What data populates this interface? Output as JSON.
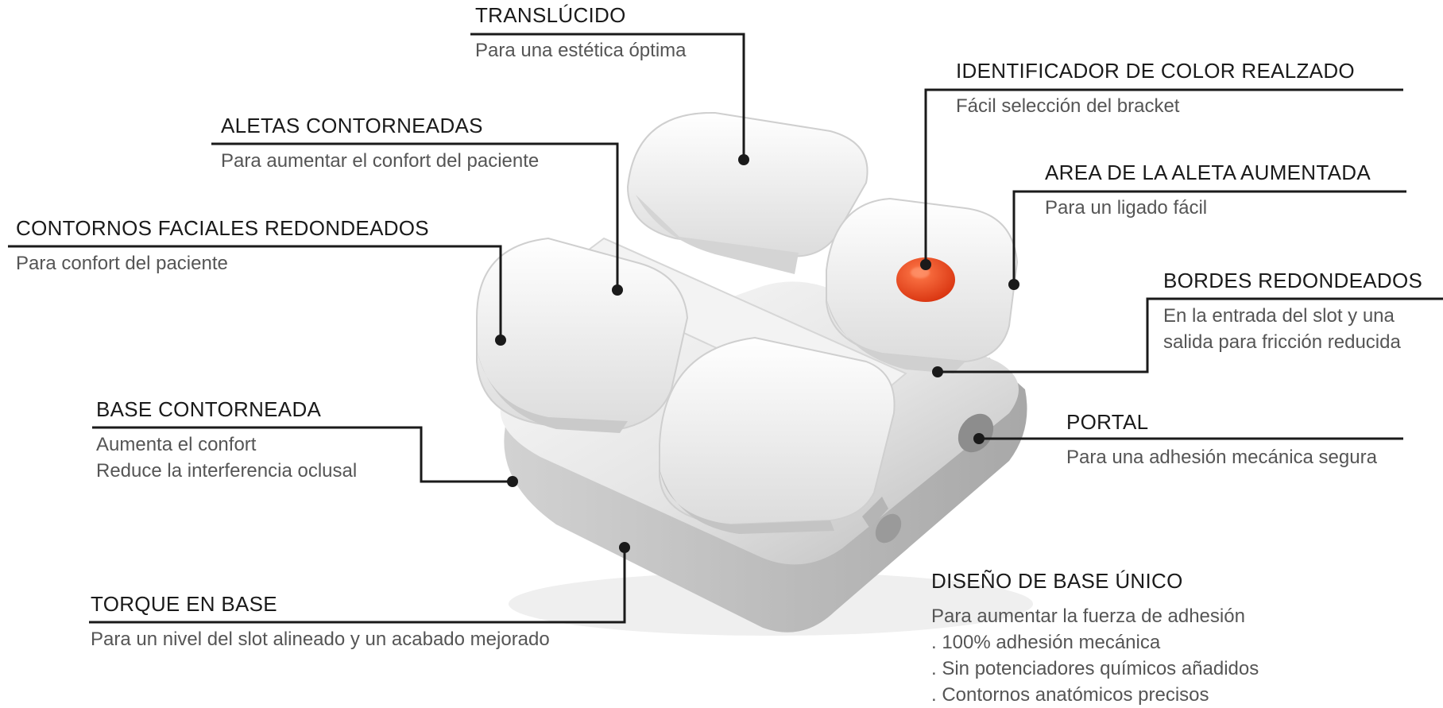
{
  "callouts": {
    "translucido": {
      "title": "TRANSLÚCIDO",
      "desc": [
        "Para una estética óptima"
      ]
    },
    "aletas": {
      "title": "ALETAS CONTORNEADAS",
      "desc": [
        "Para aumentar el confort del paciente"
      ]
    },
    "contornos": {
      "title": "CONTORNOS FACIALES REDONDEADOS",
      "desc": [
        "Para confort del paciente"
      ]
    },
    "base_cont": {
      "title": "BASE CONTORNEADA",
      "desc": [
        "Aumenta el confort",
        "Reduce la interferencia oclusal"
      ]
    },
    "torque": {
      "title": "TORQUE EN BASE",
      "desc": [
        "Para un nivel del slot alineado y un acabado mejorado"
      ]
    },
    "identificador": {
      "title": "IDENTIFICADOR DE COLOR REALZADO",
      "desc": [
        "Fácil selección del bracket"
      ]
    },
    "area_aleta": {
      "title": "AREA DE LA ALETA AUMENTADA",
      "desc": [
        "Para un ligado fácil"
      ]
    },
    "bordes": {
      "title": "BORDES REDONDEADOS",
      "desc": [
        "En la entrada del slot y una",
        "salida para fricción reducida"
      ]
    },
    "portal": {
      "title": "PORTAL",
      "desc": [
        "Para una adhesión mecánica segura"
      ]
    },
    "diseno": {
      "title": "DISEÑO DE BASE ÚNICO",
      "desc": [
        "Para aumentar la fuerza de adhesión",
        ". 100% adhesión mecánica",
        ". Sin potenciadores químicos añadidos",
        ". Contornos anatómicos precisos"
      ]
    }
  },
  "colors": {
    "leader_line": "#1a1a1a",
    "color_identifier_dot": "#e8401c",
    "bracket_body": "#e6e6e6"
  }
}
